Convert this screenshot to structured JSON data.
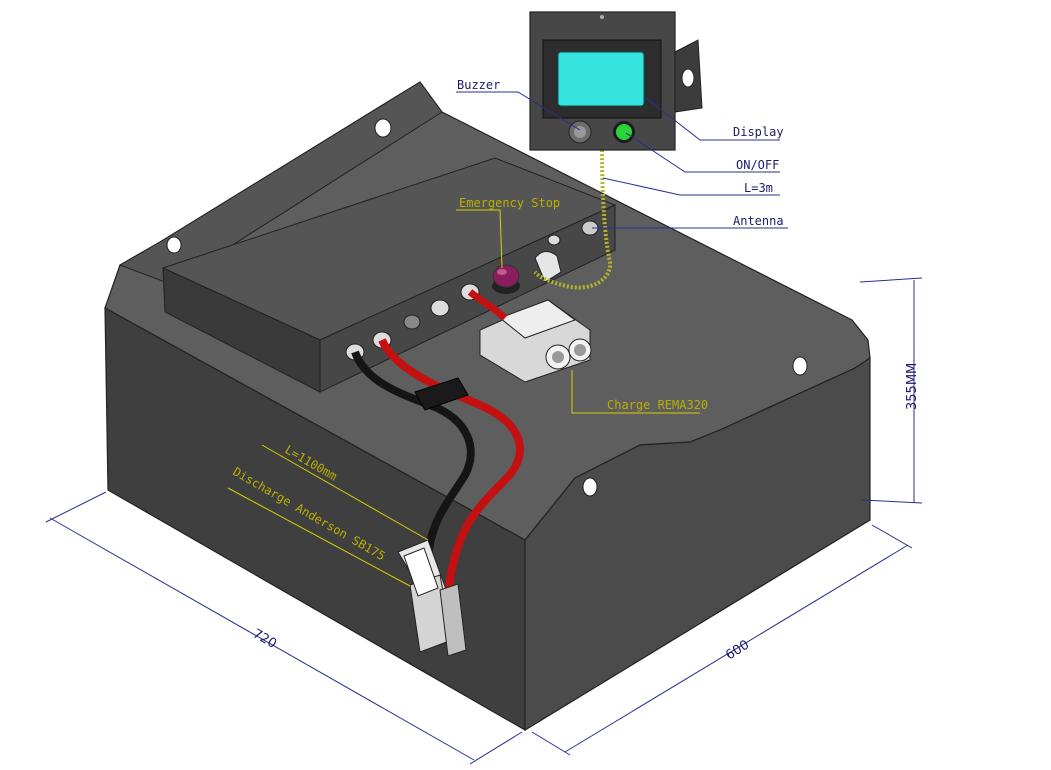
{
  "labels": {
    "buzzer": "Buzzer",
    "display": "Display",
    "on_off": "ON/OFF",
    "cable_length": "L=3m",
    "antenna": "Antenna",
    "emergency_stop": "Emergency Stop",
    "charge": "Charge REMA320",
    "discharge_length": "L=1100mm",
    "discharge": "Discharge Anderson SB175"
  },
  "dimensions": {
    "length": "720",
    "width": "600",
    "height": "355MM"
  },
  "colors": {
    "body": "#4a4a4a",
    "leader_blue": "#27308f",
    "leader_yellow": "#d8d000",
    "cable_red": "#c41010",
    "screen": "#35e3df",
    "on_button": "#2bd23a"
  }
}
